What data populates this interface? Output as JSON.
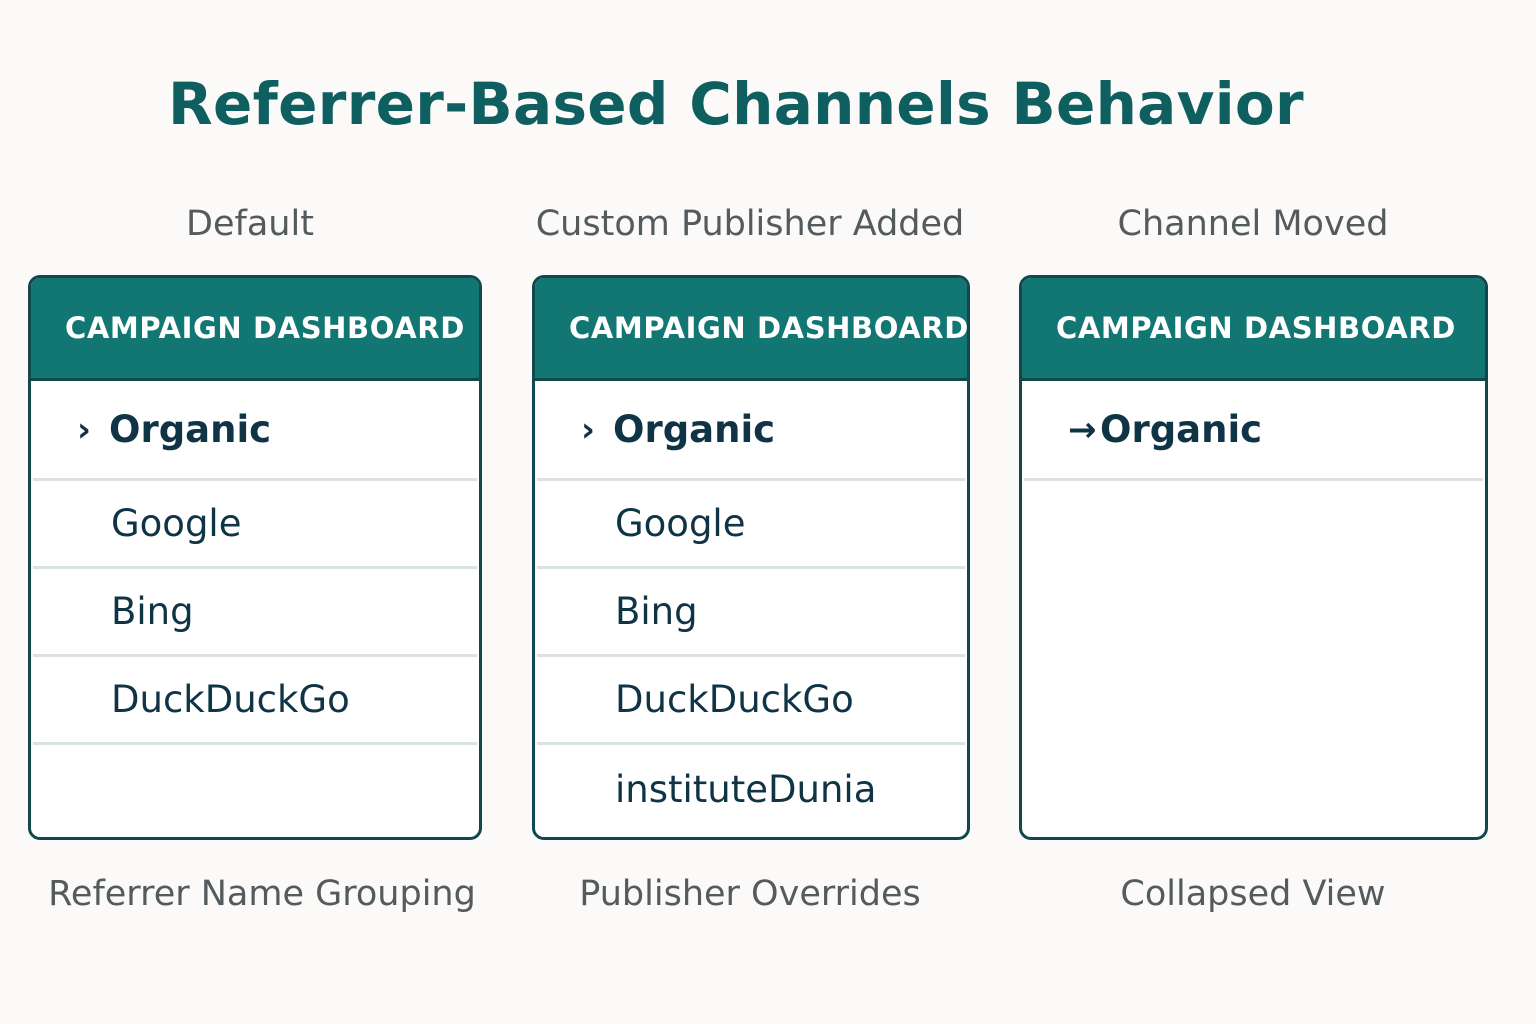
{
  "title": "Referrer-Based Channels Behavior",
  "panels": [
    {
      "heading": "Default",
      "caption": "Referrer Name Grouping",
      "card_title": "CAMPAIGN DASHBOARD",
      "channel": {
        "label": "Organic",
        "glyph": "›",
        "icon": "chevron-right-icon"
      },
      "publishers": [
        "Google",
        "Bing",
        "DuckDuckGo"
      ]
    },
    {
      "heading": "Custom Publisher Added",
      "caption": "Publisher Overrides",
      "card_title": "CAMPAIGN DASHBOARD",
      "channel": {
        "label": "Organic",
        "glyph": "›",
        "icon": "chevron-right-icon"
      },
      "publishers": [
        "Google",
        "Bing",
        "DuckDuckGo",
        "instituteDunia"
      ]
    },
    {
      "heading": "Channel Moved",
      "caption": "Collapsed View",
      "card_title": "CAMPAIGN DASHBOARD",
      "channel": {
        "label": "Organic",
        "glyph": "→",
        "icon": "arrow-right-icon"
      },
      "publishers": []
    }
  ],
  "colors": {
    "header_bg": "#127672",
    "title": "#0f5f61",
    "border": "#12474d",
    "text": "#0f3446",
    "muted": "#545b5e",
    "divider": "#dbe2e3"
  }
}
